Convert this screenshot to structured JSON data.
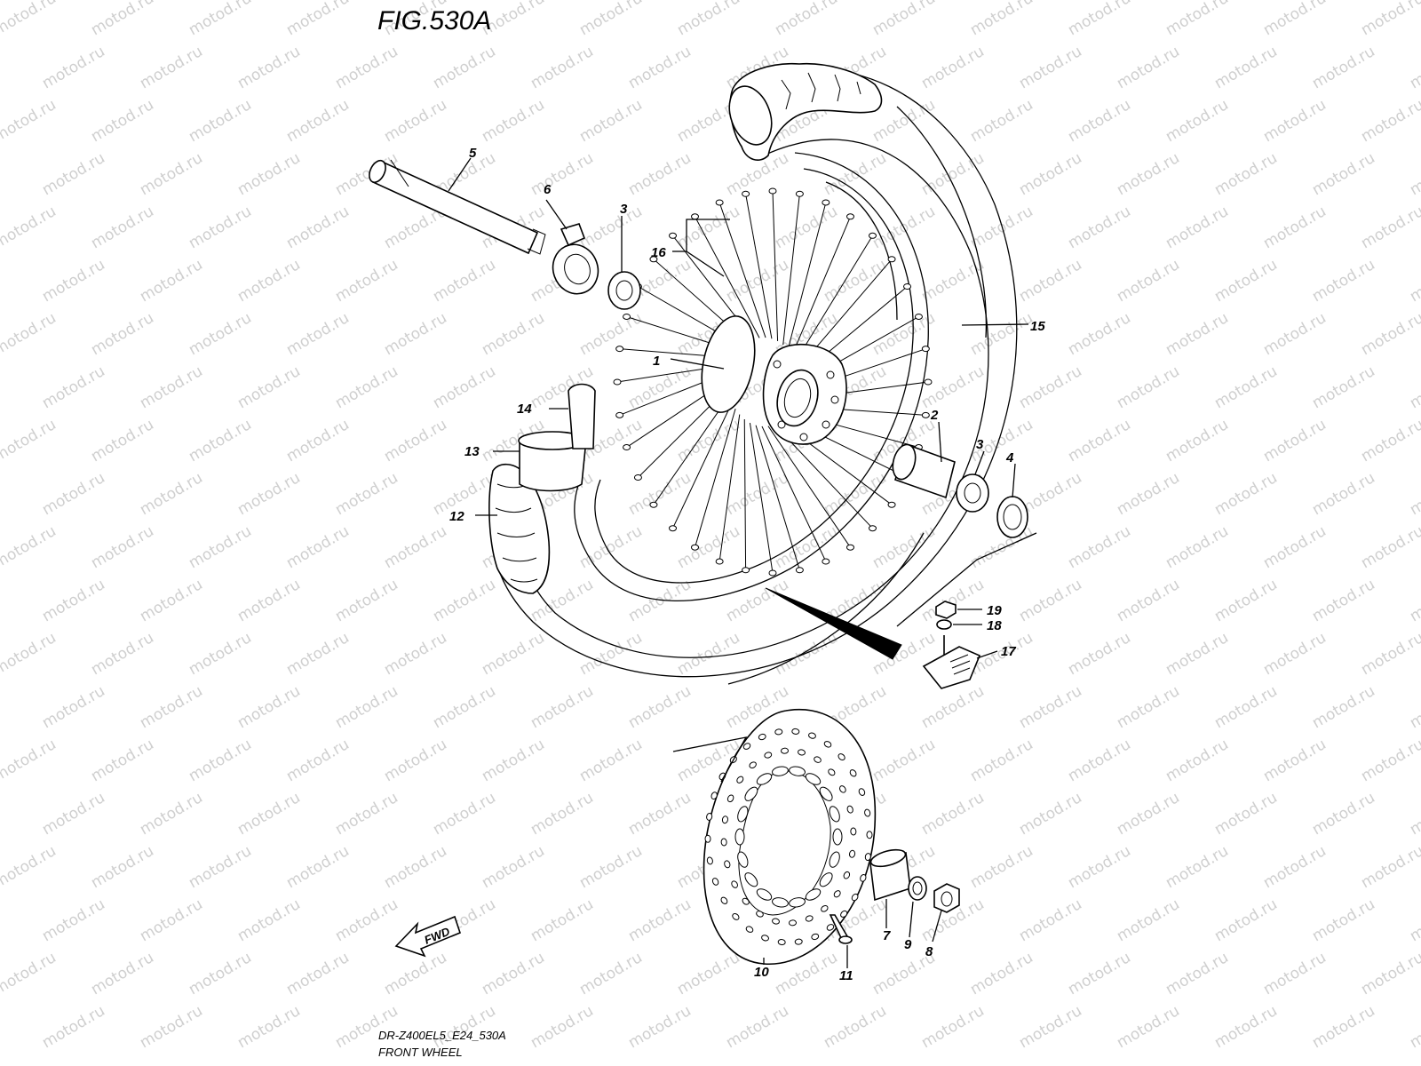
{
  "figure": {
    "title": "FIG.530A",
    "model_code": "DR-Z400EL5_E24_530A",
    "assembly_name": "FRONT WHEEL"
  },
  "watermark": {
    "text": "motod.ru",
    "color": "#cfcfcf"
  },
  "direction_badge": {
    "label": "FWD"
  },
  "callouts": [
    {
      "id": "c1",
      "label": "1"
    },
    {
      "id": "c2",
      "label": "2"
    },
    {
      "id": "c3a",
      "label": "3"
    },
    {
      "id": "c3b",
      "label": "3"
    },
    {
      "id": "c4",
      "label": "4"
    },
    {
      "id": "c5",
      "label": "5"
    },
    {
      "id": "c6",
      "label": "6"
    },
    {
      "id": "c7",
      "label": "7"
    },
    {
      "id": "c8",
      "label": "8"
    },
    {
      "id": "c9",
      "label": "9"
    },
    {
      "id": "c10",
      "label": "10"
    },
    {
      "id": "c11",
      "label": "11"
    },
    {
      "id": "c12",
      "label": "12"
    },
    {
      "id": "c13",
      "label": "13"
    },
    {
      "id": "c14",
      "label": "14"
    },
    {
      "id": "c15",
      "label": "15"
    },
    {
      "id": "c16",
      "label": "16"
    },
    {
      "id": "c17",
      "label": "17"
    },
    {
      "id": "c18",
      "label": "18"
    },
    {
      "id": "c19",
      "label": "19"
    }
  ]
}
